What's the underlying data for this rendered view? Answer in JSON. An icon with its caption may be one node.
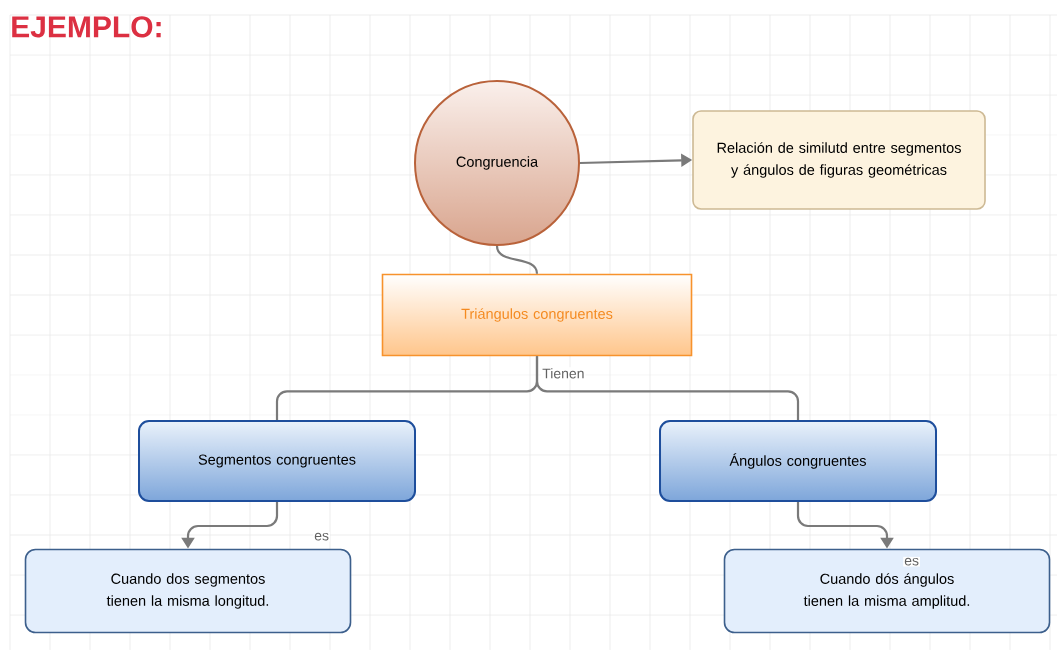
{
  "diagram": {
    "title": "EJEMPLO:",
    "nodes": [
      {
        "text": [
          "Congruencia"
        ]
      },
      {
        "text": [
          "Relación de similutd entre segmentos y ángulos de figuras geométricas"
        ]
      },
      {
        "text": [
          "Triángulos congruentes"
        ]
      },
      {
        "text": [
          "Segmentos congruentes"
        ]
      },
      {
        "text": [
          "Ángulos congruentes"
        ]
      },
      {
        "text": [
          "Cuando dos segmentos tienen la misma longitud."
        ]
      },
      {
        "text": [
          "Cuando dós ángulos tienen la misma amplitud."
        ]
      }
    ],
    "edges": [
      {
        "from": 0,
        "to": 1,
        "arrow": "to"
      },
      {
        "from": 0,
        "to": 2,
        "arrow": "none"
      },
      {
        "from": 2,
        "to": 3,
        "arrow": "none",
        "label": "Tienen"
      },
      {
        "from": 2,
        "to": 4,
        "arrow": "none"
      },
      {
        "from": 3,
        "to": 5,
        "arrow": "to",
        "label": "es"
      },
      {
        "from": 4,
        "to": 6,
        "arrow": "to",
        "label": "es"
      }
    ]
  }
}
